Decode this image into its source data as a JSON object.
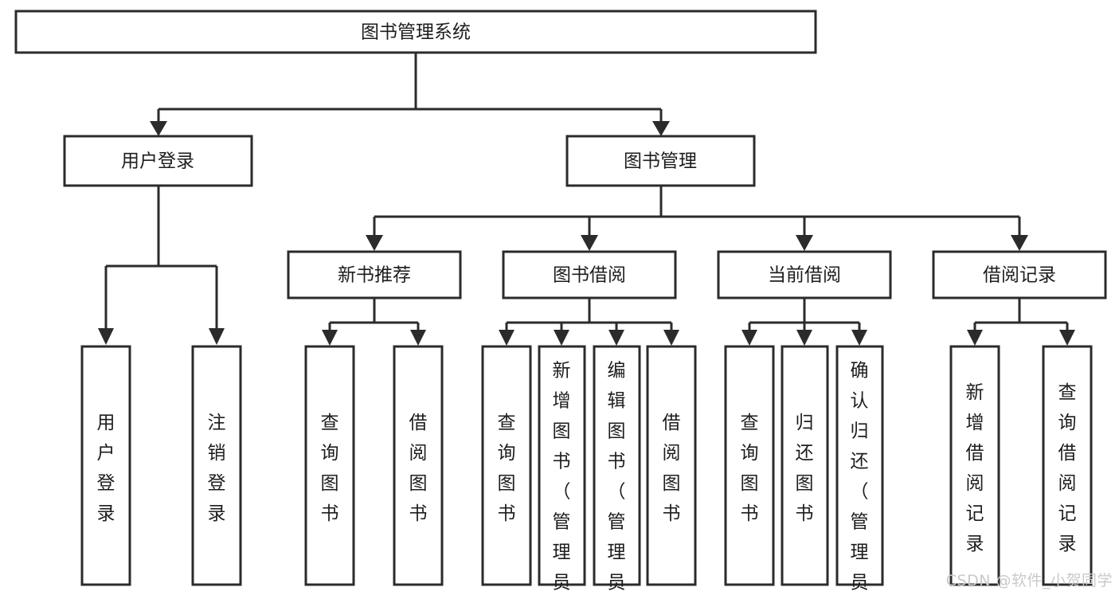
{
  "diagram": {
    "type": "tree-hierarchy",
    "title": "图书管理系统",
    "watermark": "CSDN @软件_小贺同学",
    "colors": {
      "stroke": "#2b2b2b",
      "fill": "#ffffff",
      "text": "#1d1d1d",
      "watermark": "#c9c9c9"
    },
    "nodes": {
      "root": {
        "label": "图书管理系统",
        "orientation": "horizontal"
      },
      "level1": [
        {
          "id": "user-login",
          "label": "用户登录",
          "orientation": "horizontal"
        },
        {
          "id": "book-management",
          "label": "图书管理",
          "orientation": "horizontal"
        }
      ],
      "level2": [
        {
          "id": "new-book-recommend",
          "label": "新书推荐",
          "orientation": "horizontal",
          "parent": "book-management"
        },
        {
          "id": "book-borrow",
          "label": "图书借阅",
          "orientation": "horizontal",
          "parent": "book-management"
        },
        {
          "id": "current-borrow",
          "label": "当前借阅",
          "orientation": "horizontal",
          "parent": "book-management"
        },
        {
          "id": "borrow-record",
          "label": "借阅记录",
          "orientation": "horizontal",
          "parent": "book-management"
        }
      ],
      "leaves": [
        {
          "id": "leaf-user-login",
          "label": "用户登录",
          "orientation": "vertical",
          "parent": "user-login"
        },
        {
          "id": "leaf-user-logout",
          "label": "注销登录",
          "orientation": "vertical",
          "parent": "user-login"
        },
        {
          "id": "leaf-query-book-1",
          "label": "查询图书",
          "orientation": "vertical",
          "parent": "new-book-recommend"
        },
        {
          "id": "leaf-borrow-book-1",
          "label": "借阅图书",
          "orientation": "vertical",
          "parent": "new-book-recommend"
        },
        {
          "id": "leaf-query-book-2",
          "label": "查询图书",
          "orientation": "vertical",
          "parent": "book-borrow"
        },
        {
          "id": "leaf-add-book",
          "label": "新增图书（管理员）",
          "orientation": "vertical",
          "parent": "book-borrow"
        },
        {
          "id": "leaf-edit-book",
          "label": "编辑图书（管理员）",
          "orientation": "vertical",
          "parent": "book-borrow"
        },
        {
          "id": "leaf-borrow-book-2",
          "label": "借阅图书",
          "orientation": "vertical",
          "parent": "book-borrow"
        },
        {
          "id": "leaf-query-book-3",
          "label": "查询图书",
          "orientation": "vertical",
          "parent": "current-borrow"
        },
        {
          "id": "leaf-return-book",
          "label": "归还图书",
          "orientation": "vertical",
          "parent": "current-borrow"
        },
        {
          "id": "leaf-confirm-return",
          "label": "确认归还（管理员）",
          "orientation": "vertical",
          "parent": "current-borrow"
        },
        {
          "id": "leaf-add-record",
          "label": "新增借阅记录",
          "orientation": "vertical",
          "parent": "borrow-record"
        },
        {
          "id": "leaf-query-record",
          "label": "查询借阅记录",
          "orientation": "vertical",
          "parent": "borrow-record"
        }
      ]
    }
  }
}
